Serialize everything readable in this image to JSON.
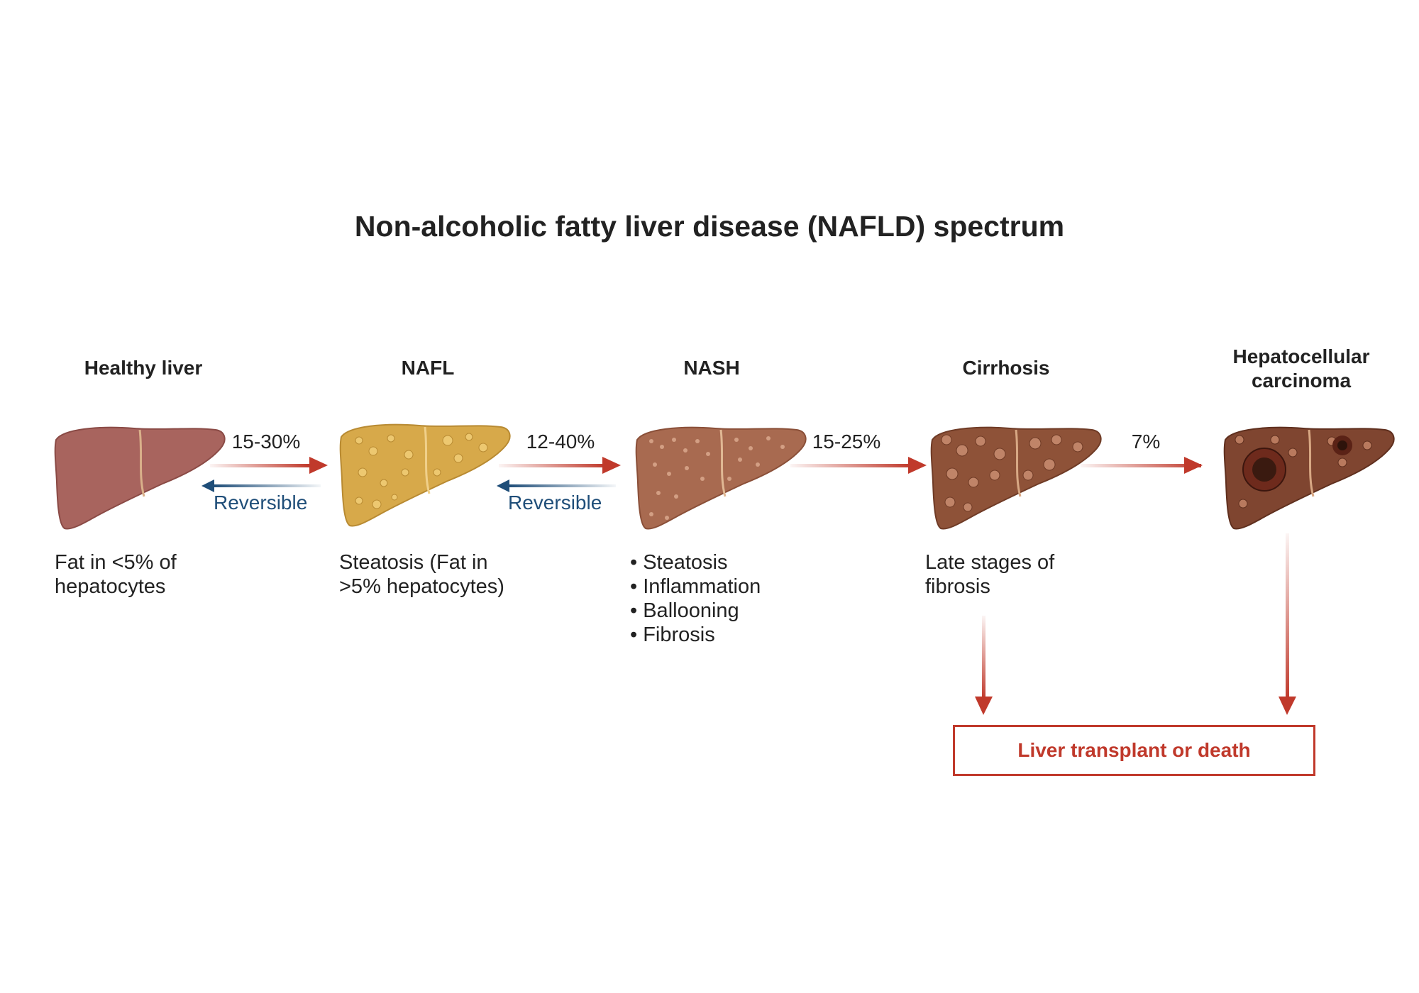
{
  "title": "Non-alcoholic fatty liver disease (NAFLD) spectrum",
  "stages": [
    {
      "label": "Healthy liver",
      "description": [
        "Fat in <5% of",
        "hepatocytes"
      ]
    },
    {
      "label": "NAFL",
      "description": [
        "Steatosis (Fat in",
        ">5% hepatocytes)"
      ]
    },
    {
      "label": "NASH",
      "bullets": [
        "Steatosis",
        "Inflammation",
        "Ballooning",
        "Fibrosis"
      ]
    },
    {
      "label": "Cirrhosis",
      "description": [
        "Late stages of",
        "fibrosis"
      ]
    },
    {
      "label_lines": [
        "Hepatocellular",
        "carcinoma"
      ]
    }
  ],
  "transitions": [
    {
      "rate": "15-30%",
      "reverse": "Reversible"
    },
    {
      "rate": "12-40%",
      "reverse": "Reversible"
    },
    {
      "rate": "15-25%"
    },
    {
      "rate": "7%"
    }
  ],
  "outcome": "Liver transplant or death",
  "colors": {
    "forward_arrow": "#c0392b",
    "reverse_arrow": "#1f4e79",
    "healthy_liver": "#a8645e",
    "nafl_liver": "#d7a94a",
    "nash_liver": "#a86a50",
    "cirrhosis_liver": "#8e5238",
    "hcc_liver": "#7f4530"
  }
}
